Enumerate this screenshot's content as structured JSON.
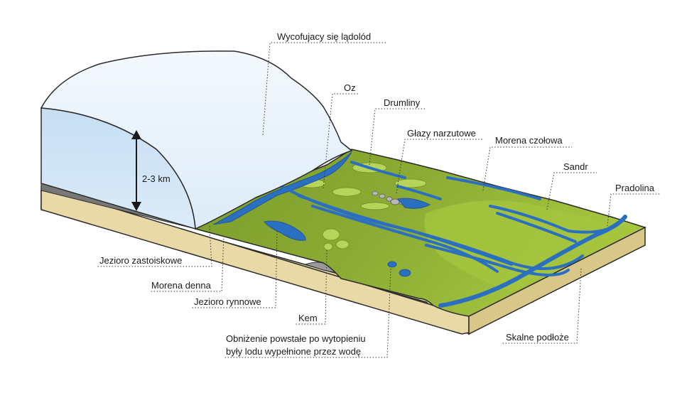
{
  "labels": {
    "retreating_ice": "Wycofujacy się lądolód",
    "esker": "Oz",
    "drumlins": "Drumliny",
    "erratic_boulders": "Głazy narzutowe",
    "terminal_moraine": "Morena czołowa",
    "sandr": "Sandr",
    "proglacial_valley": "Pradolina",
    "thickness": "2-3 km",
    "dammed_lake": "Jezioro zastoiskowe",
    "ground_moraine": "Morena denna",
    "ribbon_lake": "Jezioro rynnowe",
    "kame": "Kem",
    "kettle_line1": "Obniżenie powstałe po wytopieniu",
    "kettle_line2": "były lodu wypełnione przez wodę",
    "bedrock": "Skalne podłoże"
  },
  "colors": {
    "ice": "#eaf3fb",
    "ice_face": "#cfe4f6",
    "bedrock": "#e6d6a0",
    "grass_dark": "#7a9a2a",
    "grass_light": "#a8c840",
    "water": "#2a6fc0"
  }
}
